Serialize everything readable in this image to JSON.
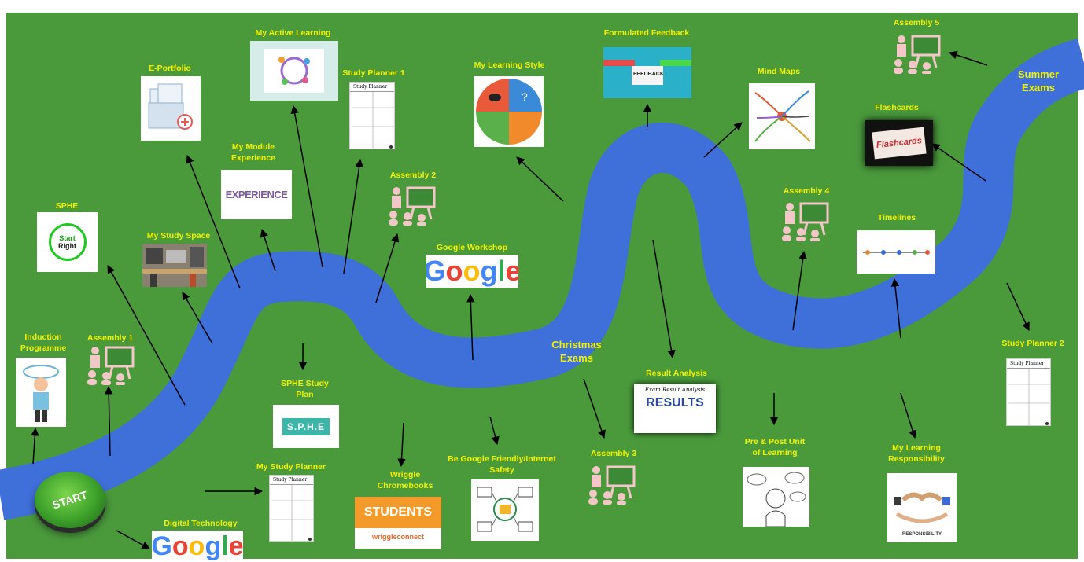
{
  "title": "",
  "river_labels": {
    "christmas": "Christmas\nExams",
    "summer": "Summer\nExams"
  },
  "start_button": {
    "label": "START"
  },
  "nodes": {
    "induction": "Induction\nProgramme",
    "assembly1": "Assembly 1",
    "sphe": "SPHE",
    "my_study_space": "My Study Space",
    "e_portfolio": "E-Portfolio",
    "my_module_experience": "My Module\nExperience",
    "my_active_learning": "My Active Learning",
    "study_planner_1": "Study Planner 1",
    "assembly2": "Assembly 2",
    "sphe_study_plan": "SPHE Study\nPlan",
    "my_study_planner": "My Study Planner",
    "digital_technology": "Digital Technology",
    "wriggle_chromebooks": "Wriggle\nChromebooks",
    "be_google_friendly": "Be Google Friendly/Internet\nSafety",
    "google_workshop": "Google Workshop",
    "my_learning_style": "My Learning Style",
    "formulated_feedback": "Formulated Feedback",
    "result_analysis": "Result Analysis",
    "assembly3": "Assembly 3",
    "mind_maps": "Mind Maps",
    "assembly4": "Assembly 4",
    "pre_post_unit": "Pre & Post Unit\nof Learning",
    "flashcards": "Flashcards",
    "timelines": "Timelines",
    "assembly5": "Assembly 5",
    "my_learning_responsibility": "My Learning\nResponsibility",
    "study_planner_2": "Study Planner 2"
  },
  "thumb_text": {
    "start_right_1": "Start",
    "start_right_2": "Right",
    "experience": "EXPERIENCE",
    "sphe_badge": "S.P.H.E",
    "google": "Google",
    "students": "STUDENTS",
    "wriggle": "wriggleconnect",
    "feedback": "FEEDBACK",
    "results_caption": "Exam Result Analysis",
    "results": "RESULTS",
    "flashcards": "Flashcards",
    "responsibility": "RESPONSIBILITY",
    "study_planner_header": "Study Planner"
  },
  "colors": {
    "grass": "#4a9a3c",
    "river": "#3f6fd8",
    "label": "#f2f200",
    "arrow": "#000000",
    "assembly_figure": "#f3c7c7",
    "easel": "#3c8a35"
  }
}
